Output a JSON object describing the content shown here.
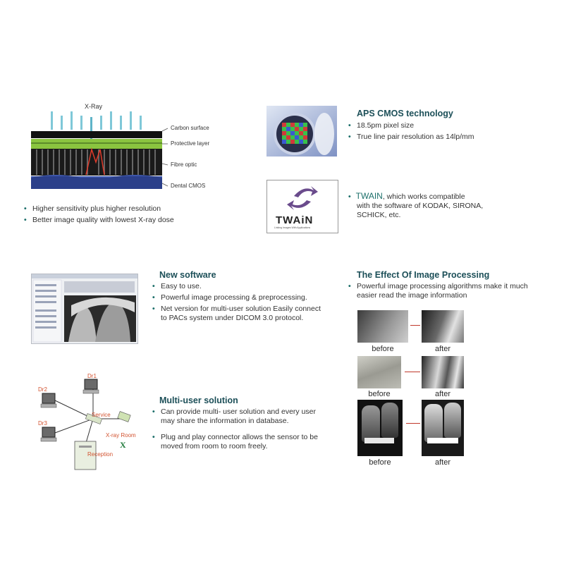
{
  "sensor": {
    "xray_label": "X-Ray",
    "layers": [
      "Carbon surface",
      "Protective layer",
      "Fibre optic",
      "Dental CMOS"
    ],
    "bullets": [
      "Higher sensitivity plus higher resolution",
      "Better image quality with lowest X-ray dose"
    ]
  },
  "aps": {
    "title": "APS CMOS technology",
    "bullets": [
      "18.5pm pixel size",
      "True line pair resolution as 14lp/mm"
    ]
  },
  "twain": {
    "logo_text": "TWAiN",
    "logo_tagline": "Linking Images With Applications",
    "lead": "TWAIN",
    "text_line1": ", which works compatible",
    "text_line2": "with the software of KODAK, SIRONA,",
    "text_line3": "SCHICK, etc."
  },
  "software": {
    "title": "New software",
    "bullets": [
      "Easy to use.",
      "Powerful image processing & preprocessing.",
      "Net version for multi-user solution Easily connect to PACs system under DICOM 3.0 protocol."
    ]
  },
  "processing": {
    "title": "The Effect Of Image Processing",
    "bullets": [
      "Powerful image processing algorithms make it much easier read the image information"
    ],
    "before_label": "before",
    "after_label": "after"
  },
  "network": {
    "nodes": {
      "dr1": "Dr1",
      "dr2": "Dr2",
      "dr3": "Dr3",
      "service": "Service",
      "xray_room": "X-ray Room",
      "reception": "Reception",
      "x_mark": "X"
    }
  },
  "multiuser": {
    "title": "Multi-user solution",
    "bullets": [
      "Can provide multi- user solution and every user may share the information in database.",
      "Plug and play connector allows the sensor to be moved from  room to room freely."
    ]
  },
  "colors": {
    "heading": "#1c4f58",
    "bullet": "#1c6f6a",
    "sensor_blue": "#2b3f8a",
    "sensor_green": "#8ac43f",
    "network_red": "#d2522f"
  }
}
